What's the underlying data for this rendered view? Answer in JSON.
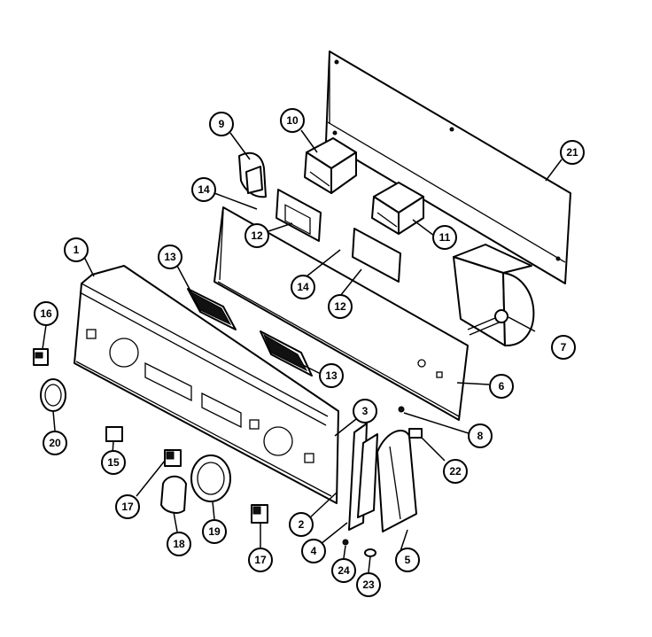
{
  "diagram": {
    "callouts": [
      {
        "id": "c1",
        "label": "1"
      },
      {
        "id": "c2",
        "label": "2"
      },
      {
        "id": "c3",
        "label": "3"
      },
      {
        "id": "c4",
        "label": "4"
      },
      {
        "id": "c5",
        "label": "5"
      },
      {
        "id": "c6",
        "label": "6"
      },
      {
        "id": "c7",
        "label": "7"
      },
      {
        "id": "c8",
        "label": "8"
      },
      {
        "id": "c9",
        "label": "9"
      },
      {
        "id": "c10",
        "label": "10"
      },
      {
        "id": "c11",
        "label": "11"
      },
      {
        "id": "c12a",
        "label": "12"
      },
      {
        "id": "c12b",
        "label": "12"
      },
      {
        "id": "c13a",
        "label": "13"
      },
      {
        "id": "c13b",
        "label": "13"
      },
      {
        "id": "c14a",
        "label": "14"
      },
      {
        "id": "c14b",
        "label": "14"
      },
      {
        "id": "c15",
        "label": "15"
      },
      {
        "id": "c16",
        "label": "16"
      },
      {
        "id": "c17a",
        "label": "17"
      },
      {
        "id": "c17b",
        "label": "17"
      },
      {
        "id": "c18",
        "label": "18"
      },
      {
        "id": "c19",
        "label": "19"
      },
      {
        "id": "c20",
        "label": "20"
      },
      {
        "id": "c21",
        "label": "21"
      },
      {
        "id": "c22",
        "label": "22"
      },
      {
        "id": "c23",
        "label": "23"
      },
      {
        "id": "c24",
        "label": "24"
      }
    ]
  }
}
